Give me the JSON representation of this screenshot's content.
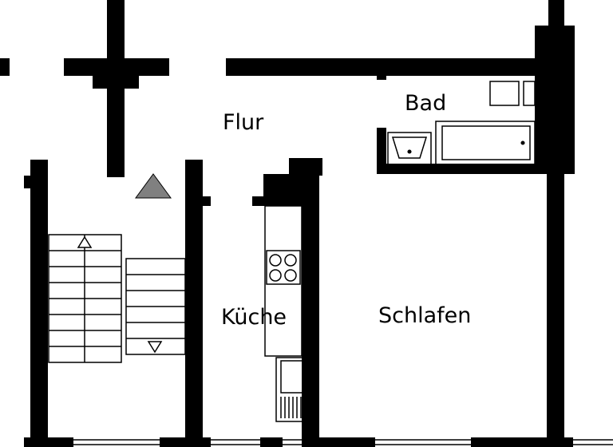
{
  "rooms": {
    "flur": "Flur",
    "bad": "Bad",
    "kueche": "Küche",
    "schlafen": "Schlafen"
  },
  "colors": {
    "wall": "#000000",
    "background": "#ffffff",
    "marker": "#808080"
  },
  "icons": [
    "north-arrow-icon",
    "stair-up-arrow-icon",
    "stair-down-arrow-icon",
    "stove-icon",
    "sink-icon",
    "bathtub-icon",
    "washbasin-icon"
  ]
}
